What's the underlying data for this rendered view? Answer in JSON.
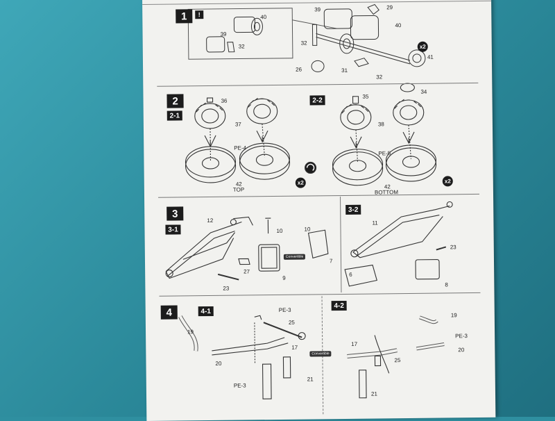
{
  "steps": {
    "s1": "1",
    "s2": "2",
    "s3": "3",
    "s4": "4"
  },
  "substeps": {
    "s2_1": "2-1",
    "s2_2": "2-2",
    "s3_1": "3-1",
    "s3_2": "3-2",
    "s4_1": "4-1",
    "s4_2": "4-2"
  },
  "warn": "!",
  "multipliers": {
    "m1": "x2",
    "m2": "x2",
    "m3": "x2"
  },
  "direction_labels": {
    "d1": "Convertible",
    "d2": "Convertible"
  },
  "step1_parts": {
    "p40a": "40",
    "p39a": "39",
    "p32a": "32",
    "p39b": "39",
    "p29": "29",
    "p40b": "40",
    "p32b": "32",
    "p41": "41",
    "p26": "26",
    "p31": "31",
    "p32c": "32"
  },
  "step2_parts": {
    "p36": "36",
    "p37": "37",
    "pe4": "PE-4",
    "p42a": "42",
    "top": "TOP",
    "p35": "35",
    "p34": "34",
    "p38": "38",
    "pe5": "PE-5",
    "p42b": "42",
    "bottom": "BOTTOM"
  },
  "step3_parts": {
    "p12": "12",
    "p10a": "10",
    "p10b": "10",
    "p27": "27",
    "p23a": "23",
    "p9": "9",
    "p7": "7",
    "p11": "11",
    "p23b": "23",
    "p6": "6",
    "p8": "8"
  },
  "step4_parts": {
    "p19a": "19",
    "pe3a": "PE-3",
    "p25a": "25",
    "p17a": "17",
    "p20a": "20",
    "pe3b": "PE-3",
    "p21a": "21",
    "p19b": "19",
    "pe3c": "PE-3",
    "p17b": "17",
    "p25b": "25",
    "p20b": "20",
    "p21b": "21"
  }
}
